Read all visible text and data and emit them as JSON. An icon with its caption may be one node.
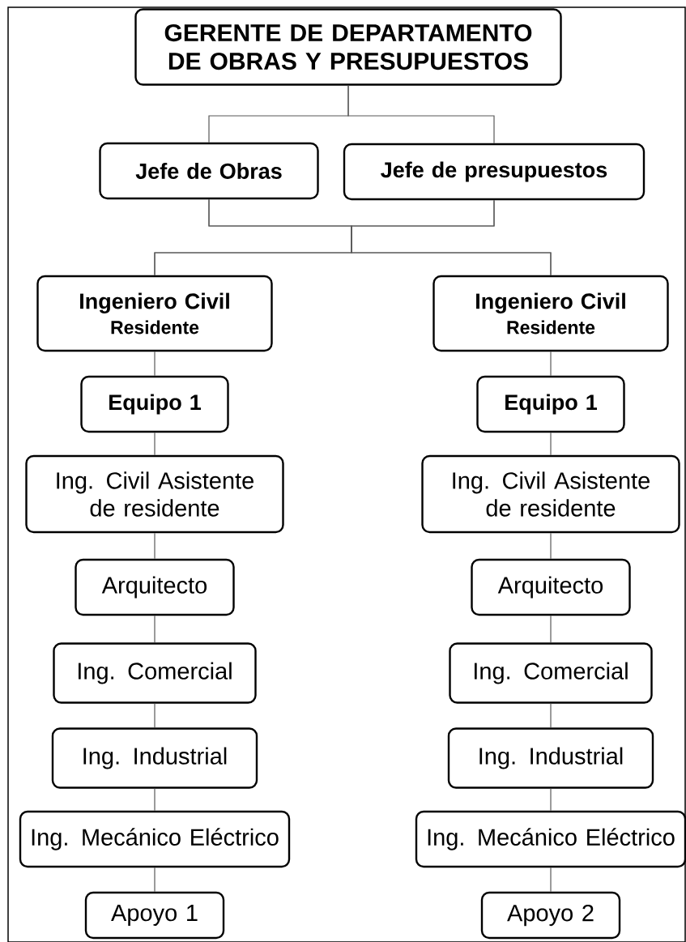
{
  "diagram": {
    "nodes": [
      {
        "text": [
          "GERENTE DE DEPARTAMENTO DE OBRAS Y PRESUPUESTOS"
        ]
      },
      {
        "text": [
          "Jefe de Obras"
        ]
      },
      {
        "text": [
          "Jefe de presupuestos"
        ]
      },
      {
        "text": [
          "Ingeniero Civil",
          "Residente"
        ]
      },
      {
        "text": [
          "Ingeniero Civil",
          "Residente"
        ]
      },
      {
        "text": [
          "Equipo 1"
        ]
      },
      {
        "text": [
          "Equipo 1"
        ]
      },
      {
        "text": [
          "Ing. Civil Asistente de residente"
        ]
      },
      {
        "text": [
          "Ing. Civil Asistente de residente"
        ]
      },
      {
        "text": [
          "Arquitecto"
        ]
      },
      {
        "text": [
          "Arquitecto"
        ]
      },
      {
        "text": [
          "Ing. Comercial"
        ]
      },
      {
        "text": [
          "Ing. Comercial"
        ]
      },
      {
        "text": [
          "Ing. Industrial"
        ]
      },
      {
        "text": [
          "Ing. Industrial"
        ]
      },
      {
        "text": [
          "Ing. Mecánico Eléctrico"
        ]
      },
      {
        "text": [
          "Ing. Mecánico Eléctrico"
        ]
      },
      {
        "text": [
          "Apoyo 1"
        ]
      },
      {
        "text": [
          "Apoyo 2"
        ]
      }
    ],
    "edges": [
      {
        "from": 0,
        "to": 1,
        "arrow": "none"
      },
      {
        "from": 0,
        "to": 2,
        "arrow": "none"
      },
      {
        "from": 1,
        "to": 3,
        "arrow": "none"
      },
      {
        "from": 1,
        "to": 4,
        "arrow": "none"
      },
      {
        "from": 2,
        "to": 3,
        "arrow": "none"
      },
      {
        "from": 2,
        "to": 4,
        "arrow": "none"
      },
      {
        "from": 3,
        "to": 5,
        "arrow": "none"
      },
      {
        "from": 4,
        "to": 6,
        "arrow": "none"
      },
      {
        "from": 5,
        "to": 7,
        "arrow": "none"
      },
      {
        "from": 6,
        "to": 8,
        "arrow": "none"
      },
      {
        "from": 7,
        "to": 9,
        "arrow": "none"
      },
      {
        "from": 8,
        "to": 10,
        "arrow": "none"
      },
      {
        "from": 9,
        "to": 11,
        "arrow": "none"
      },
      {
        "from": 10,
        "to": 12,
        "arrow": "none"
      },
      {
        "from": 11,
        "to": 13,
        "arrow": "none"
      },
      {
        "from": 12,
        "to": 14,
        "arrow": "none"
      },
      {
        "from": 13,
        "to": 15,
        "arrow": "none"
      },
      {
        "from": 14,
        "to": 16,
        "arrow": "none"
      },
      {
        "from": 15,
        "to": 17,
        "arrow": "none"
      },
      {
        "from": 16,
        "to": 18,
        "arrow": "none"
      }
    ]
  }
}
